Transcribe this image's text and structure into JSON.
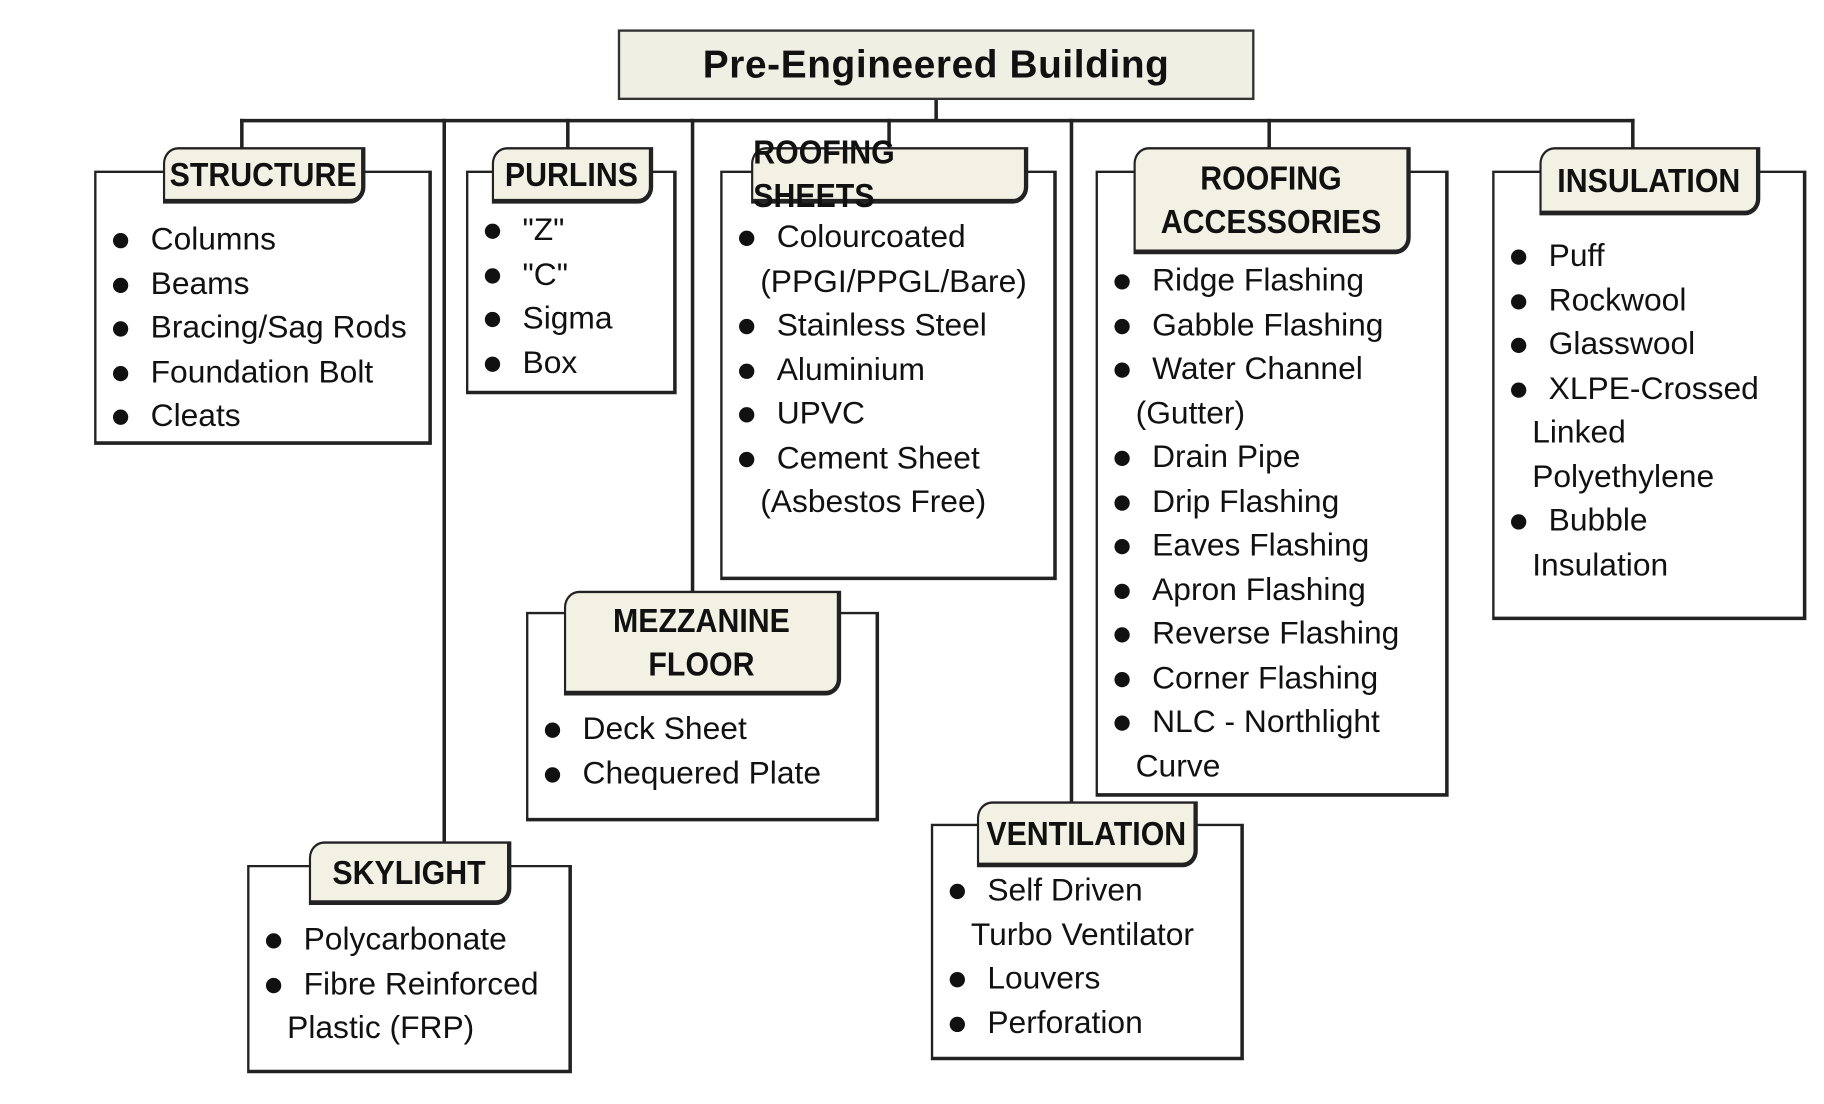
{
  "title": "Pre-Engineered Building",
  "categories": [
    {
      "id": "structure",
      "title": [
        "STRUCTURE"
      ],
      "items": [
        [
          "Columns"
        ],
        [
          "Beams"
        ],
        [
          "Bracing/Sag Rods"
        ],
        [
          "Foundation Bolt"
        ],
        [
          "Cleats"
        ]
      ]
    },
    {
      "id": "purlins",
      "title": [
        "PURLINS"
      ],
      "items": [
        [
          "\"Z\""
        ],
        [
          "\"C\""
        ],
        [
          "Sigma"
        ],
        [
          "Box"
        ]
      ]
    },
    {
      "id": "roofing-sheets",
      "title": [
        "ROOFING SHEETS"
      ],
      "items": [
        [
          "Colourcoated",
          "(PPGI/PPGL/Bare)"
        ],
        [
          "Stainless Steel"
        ],
        [
          "Aluminium"
        ],
        [
          "UPVC"
        ],
        [
          "Cement Sheet",
          "(Asbestos Free)"
        ]
      ]
    },
    {
      "id": "roofing-accessories",
      "title": [
        "ROOFING",
        "ACCESSORIES"
      ],
      "items": [
        [
          "Ridge Flashing"
        ],
        [
          "Gabble Flashing"
        ],
        [
          "Water Channel",
          "(Gutter)"
        ],
        [
          "Drain Pipe"
        ],
        [
          "Drip Flashing"
        ],
        [
          "Eaves Flashing"
        ],
        [
          "Apron Flashing"
        ],
        [
          "Reverse Flashing"
        ],
        [
          "Corner Flashing"
        ],
        [
          "NLC - Northlight",
          "Curve"
        ]
      ]
    },
    {
      "id": "insulation",
      "title": [
        "INSULATION"
      ],
      "items": [
        [
          "Puff"
        ],
        [
          "Rockwool"
        ],
        [
          "Glasswool"
        ],
        [
          "XLPE-Crossed",
          "Linked",
          "Polyethylene"
        ],
        [
          "Bubble",
          "Insulation"
        ]
      ]
    },
    {
      "id": "mezzanine-floor",
      "title": [
        "MEZZANINE",
        "FLOOR"
      ],
      "items": [
        [
          "Deck Sheet"
        ],
        [
          "Chequered Plate"
        ]
      ]
    },
    {
      "id": "skylight",
      "title": [
        "SKYLIGHT"
      ],
      "items": [
        [
          "Polycarbonate"
        ],
        [
          "Fibre Reinforced",
          "Plastic (FRP)"
        ]
      ]
    },
    {
      "id": "ventilation",
      "title": [
        "VENTILATION"
      ],
      "items": [
        [
          "Self Driven",
          "Turbo Ventilator"
        ],
        [
          "Louvers"
        ],
        [
          "Perforation"
        ]
      ]
    }
  ]
}
